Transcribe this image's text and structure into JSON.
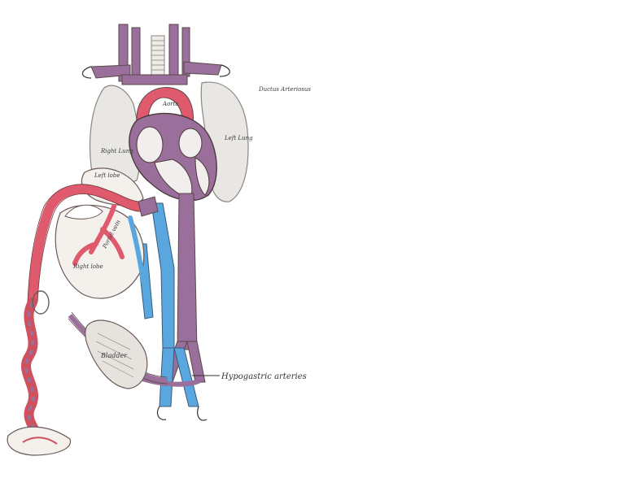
{
  "figure": {
    "colors": {
      "background": "#ffffff",
      "oxygenated": "#e05a6e",
      "deoxygenated": "#5aa7e0",
      "mixed": "#9b6f9b",
      "organ_gray": "#e9e7e4",
      "outline": "#5a4a4a"
    },
    "labels": {
      "ductus_arteriosus": "Ductus Arteriosus",
      "left_lung": "Left Lung",
      "right_lung": "Right Lung",
      "aorta": "Aorta",
      "left_lobe": "Left lobe",
      "right_lobe": "Right lobe",
      "portal_vein": "Portal vein",
      "bladder": "Bladder",
      "hypogastric_arteries": "Hypogastric arteries"
    }
  }
}
